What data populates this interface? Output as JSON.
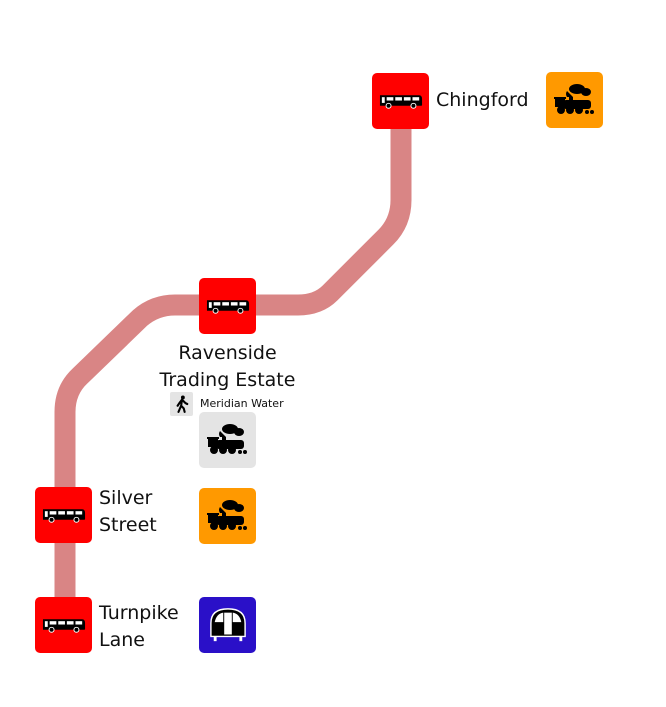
{
  "map": {
    "route_color": "#d98585",
    "stations": [
      {
        "name": "Chingford",
        "lines": [
          "Chingford"
        ],
        "interchange": {
          "mode": "national-rail",
          "color": "#ff9900"
        }
      },
      {
        "name": "Ravenside Trading Estate",
        "lines": [
          "Ravenside",
          "Trading Estate"
        ],
        "walk_link": {
          "label": "Meridian Water"
        },
        "interchange": {
          "mode": "national-rail",
          "color": "#e4e4e4"
        }
      },
      {
        "name": "Silver Street",
        "lines": [
          "Silver",
          "Street"
        ],
        "interchange": {
          "mode": "national-rail",
          "color": "#ff9900"
        }
      },
      {
        "name": "Turnpike Lane",
        "lines": [
          "Turnpike",
          "Lane"
        ],
        "interchange": {
          "mode": "underground",
          "color": "#2a10c8"
        }
      }
    ],
    "icons": {
      "bus": "bus-icon",
      "steam_train": "steam-train-icon",
      "tube": "tube-train-icon",
      "walk": "walking-person-icon"
    },
    "colors": {
      "bus_stop": "#ff0000",
      "rail": "#ff9900",
      "rail_planned": "#e4e4e4",
      "underground": "#2a10c8"
    }
  }
}
